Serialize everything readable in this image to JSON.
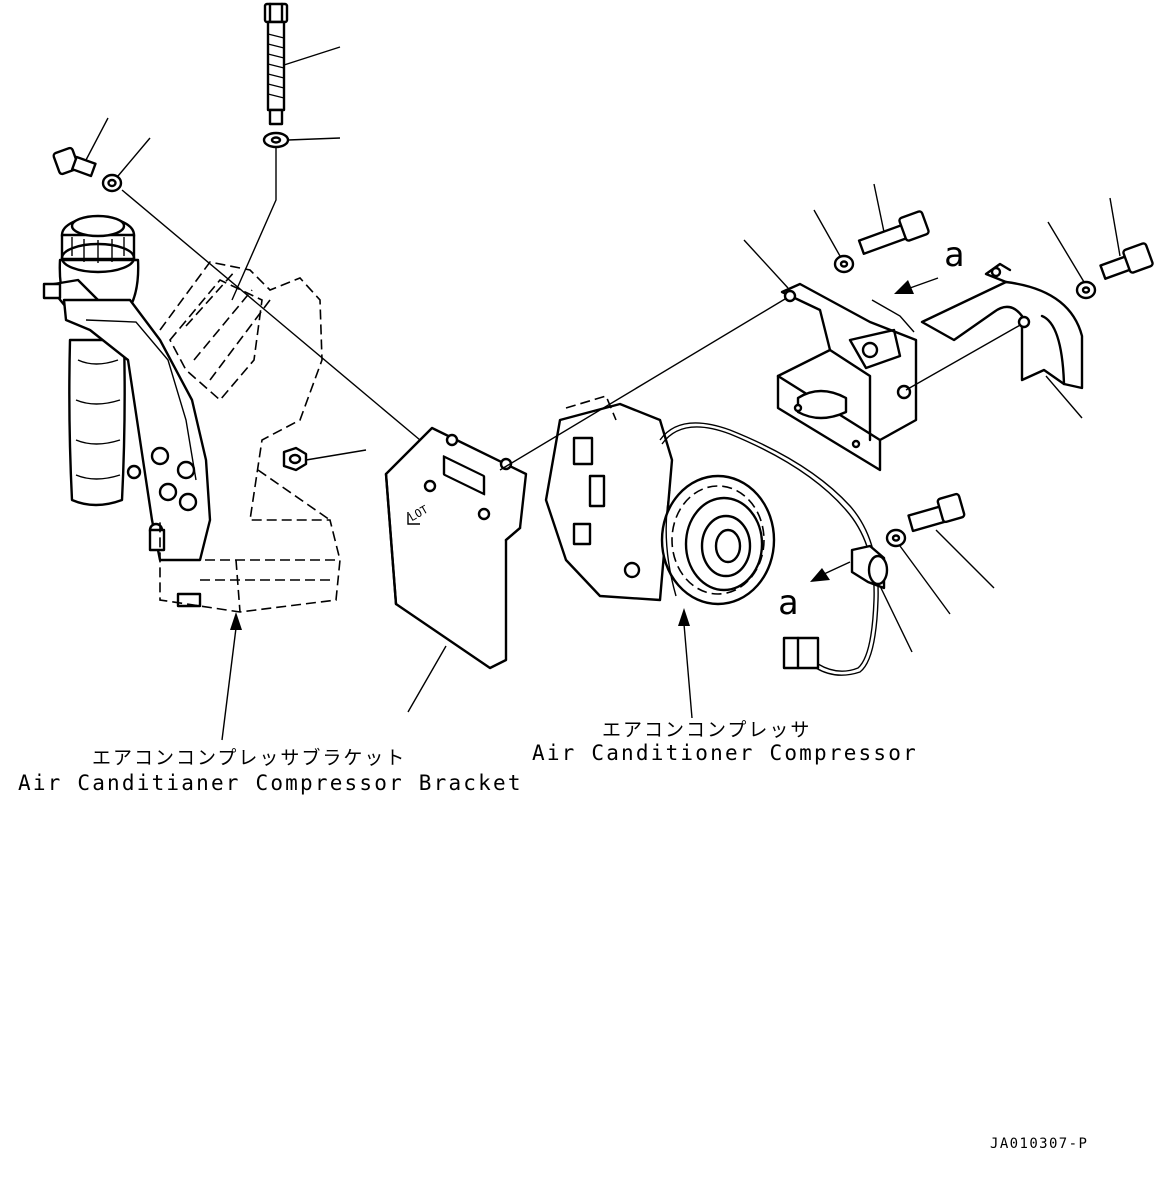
{
  "labels": {
    "bracket_jp": "エアコンコンプレッサブラケット",
    "bracket_en": "Air Canditianer Compressor Bracket",
    "compressor_jp": "エアコンコンプレッサ",
    "compressor_en": "Air Canditioner Compressor",
    "view_a_top": "a",
    "view_a_bottom": "a",
    "drawing_code": "JA010307-P"
  }
}
